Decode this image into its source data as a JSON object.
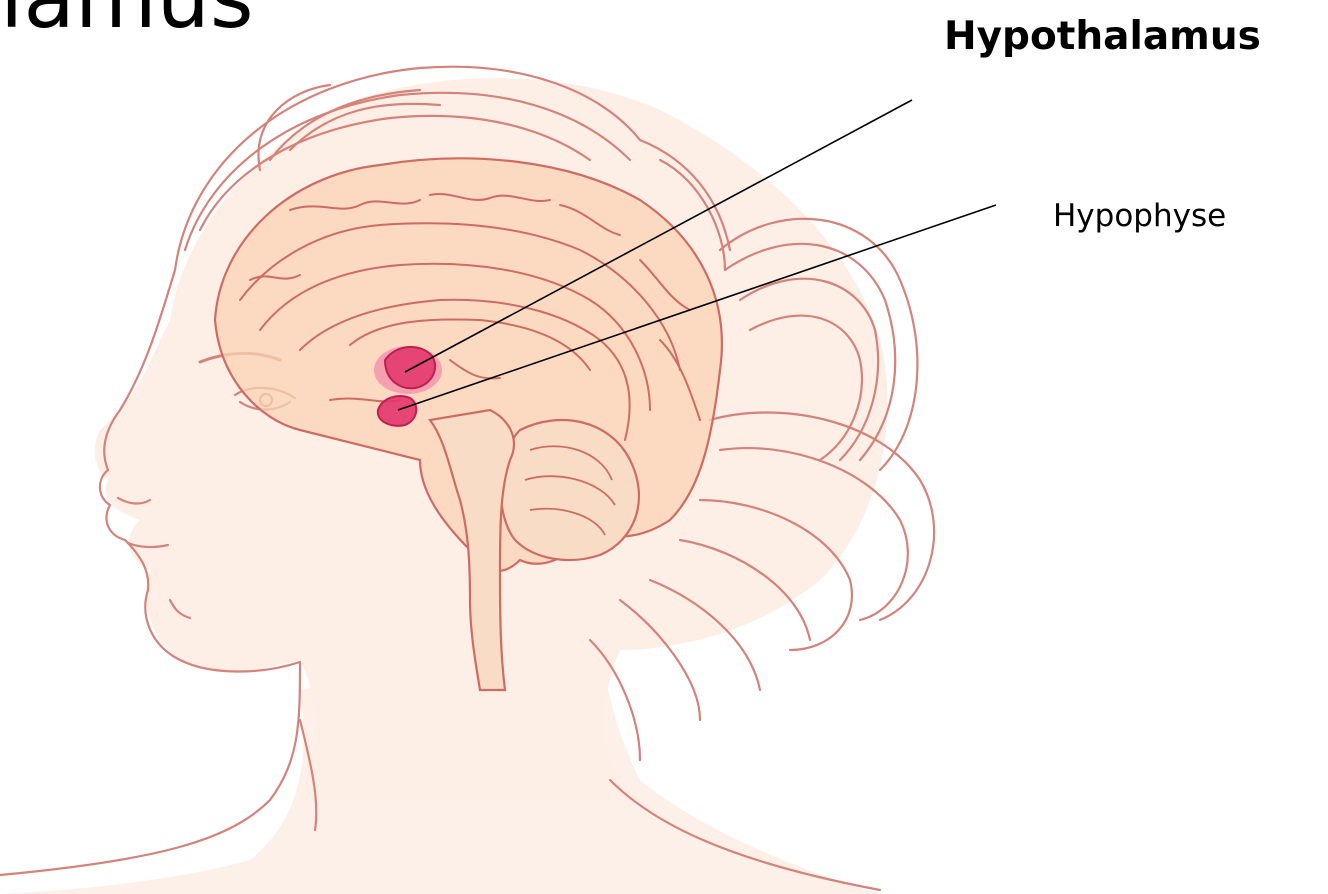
{
  "title_fragment": "lamus",
  "labels": {
    "hypothalamus": "Hypothalamus",
    "hypophyse": "Hypophyse"
  },
  "colors": {
    "outline": "#cf6b62",
    "skin": "#fdeee6",
    "brain_fill": "#f9d3b4",
    "highlight": "#e2356a",
    "highlight_glow": "#f36fa0",
    "leader_line": "#000000"
  }
}
